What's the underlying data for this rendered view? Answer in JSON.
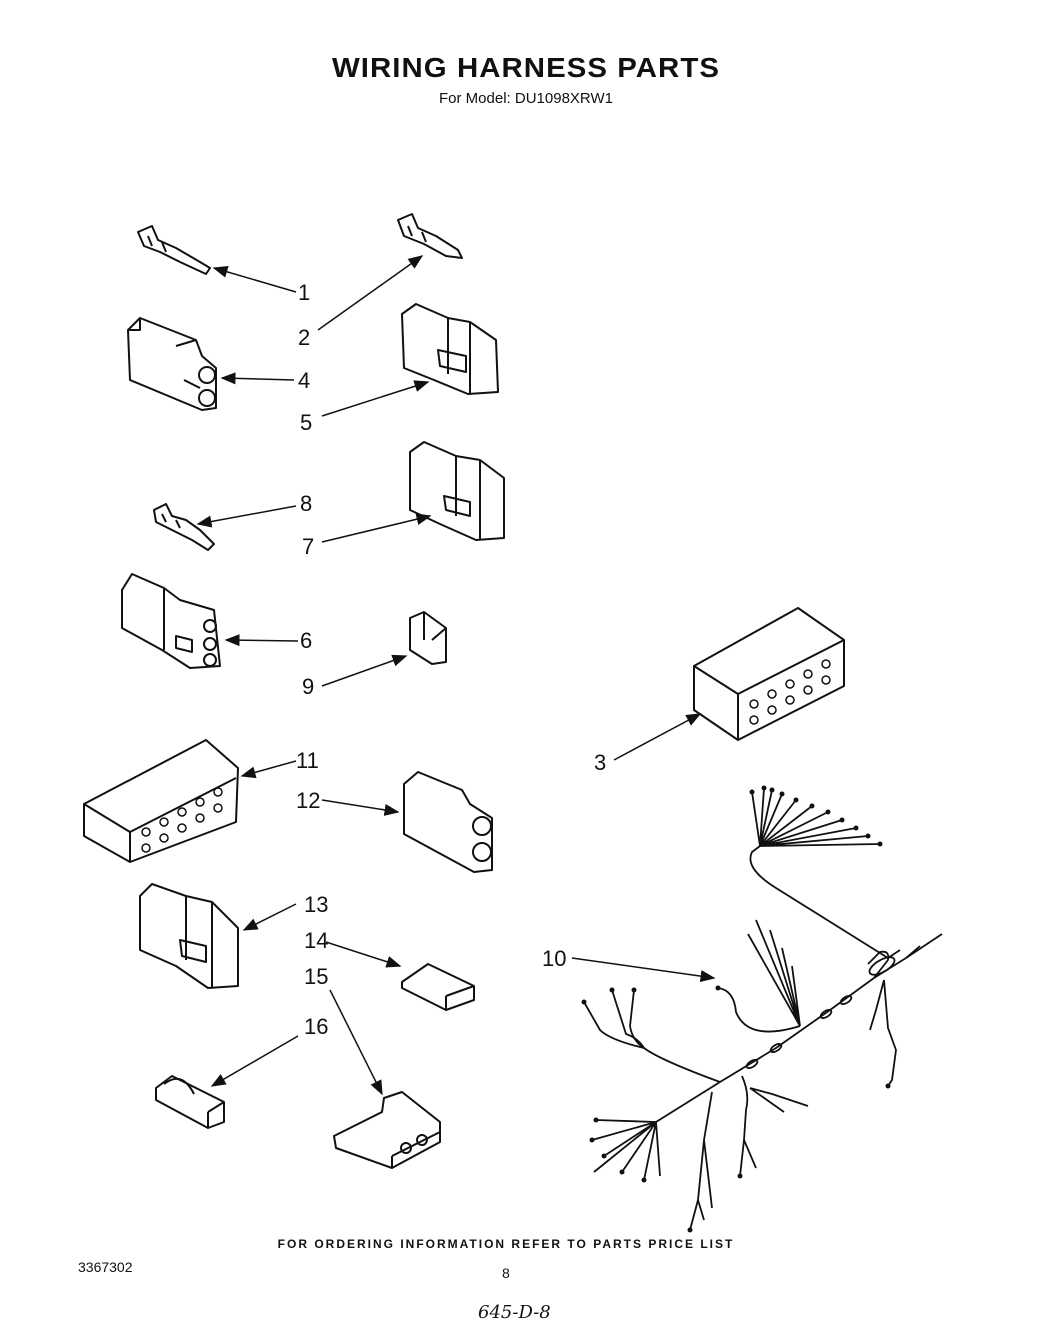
{
  "header": {
    "title": "WIRING HARNESS PARTS",
    "subtitle": "For Model: DU1098XRW1"
  },
  "callouts": {
    "c1": "1",
    "c2": "2",
    "c3": "3",
    "c4": "4",
    "c5": "5",
    "c6": "6",
    "c7": "7",
    "c8": "8",
    "c9": "9",
    "c10": "10",
    "c11": "11",
    "c12": "12",
    "c13": "13",
    "c14": "14",
    "c15": "15",
    "c16": "16"
  },
  "footer": {
    "ordering_note": "FOR ORDERING INFORMATION REFER TO PARTS PRICE LIST",
    "document_number": "3367302",
    "page_number": "8",
    "handwritten_code": "645-D-8"
  }
}
